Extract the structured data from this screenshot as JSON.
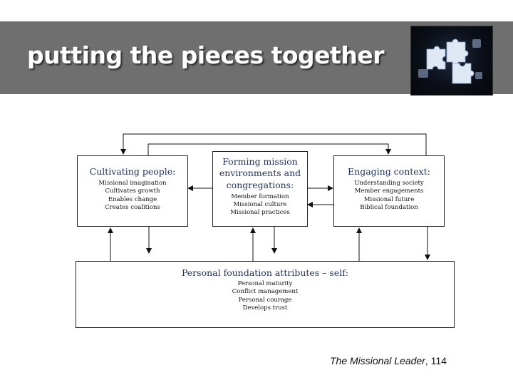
{
  "title": "putting the pieces together",
  "boxes": {
    "cultivating": {
      "heading": "Cultivating people:",
      "items": [
        "Missional imagination",
        "Cultivates growth",
        "Enables change",
        "Creates coalitions"
      ]
    },
    "forming": {
      "heading": "Forming mission environments and congregations:",
      "items": [
        "Member formation",
        "Missional culture",
        "Missional practices"
      ]
    },
    "engaging": {
      "heading": "Engaging context:",
      "items": [
        "Understanding society",
        "Member engagements",
        "Missional future",
        "Biblical foundation"
      ]
    },
    "personal": {
      "heading": "Personal foundation attributes – self:",
      "items": [
        "Personal maturity",
        "Conflict management",
        "Personal courage",
        "Develops trust"
      ]
    }
  },
  "citation": {
    "title": "The Missional Leader",
    "page": ", 114"
  }
}
